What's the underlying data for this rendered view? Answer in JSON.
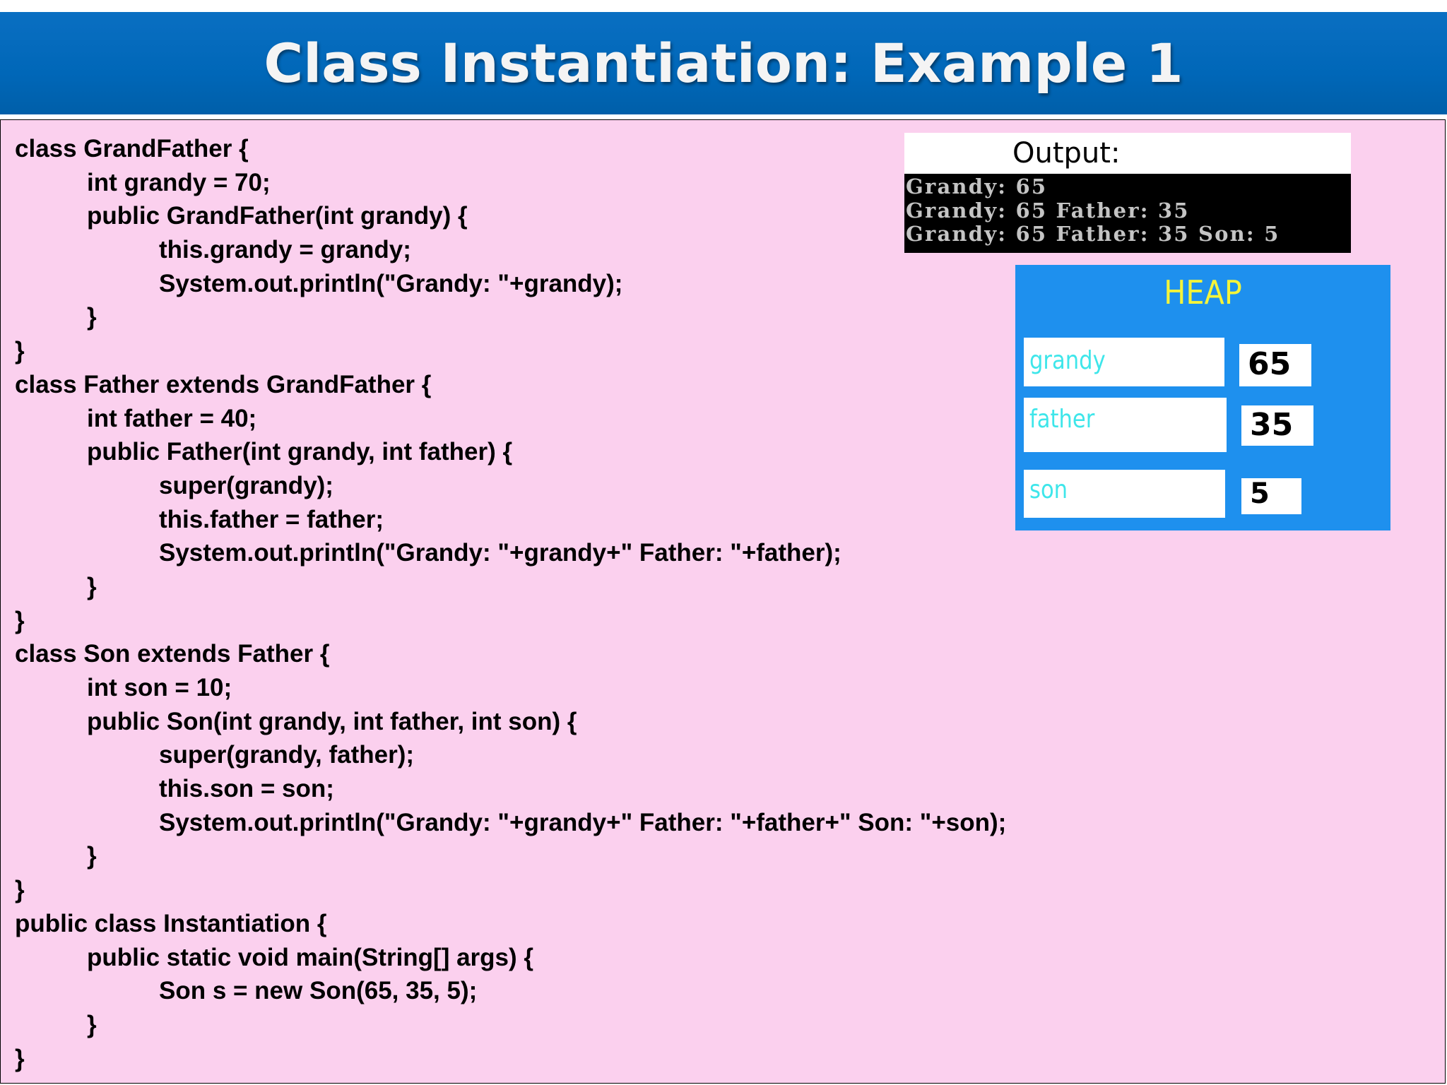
{
  "slide": {
    "title": "Class Instantiation: Example 1"
  },
  "code": {
    "lines": [
      "class GrandFather {",
      "\tint grandy = 70;",
      "\tpublic GrandFather(int grandy) {",
      "\t\tthis.grandy = grandy;",
      "\t\tSystem.out.println(\"Grandy: \"+grandy);",
      "\t}",
      "}",
      "class Father extends GrandFather {",
      "\tint father = 40;",
      "\tpublic Father(int grandy, int father) {",
      "\t\tsuper(grandy);",
      "\t\tthis.father = father;",
      "\t\tSystem.out.println(\"Grandy: \"+grandy+\" Father: \"+father);",
      "\t}",
      "}",
      "class Son extends Father {",
      "\tint son = 10;",
      "\tpublic Son(int grandy, int father, int son) {",
      "\t\tsuper(grandy, father);",
      "\t\tthis.son = son;",
      "\t\tSystem.out.println(\"Grandy: \"+grandy+\" Father: \"+father+\" Son: \"+son);",
      "\t}",
      "}",
      "public class Instantiation {",
      "\tpublic static void main(String[] args) {",
      "\t\tSon s = new Son(65, 35, 5);",
      "\t}",
      "}"
    ]
  },
  "output": {
    "title": "Output:",
    "lines": [
      "Grandy: 65",
      "Grandy: 65 Father: 35",
      "Grandy: 65 Father: 35 Son: 5"
    ]
  },
  "heap": {
    "title": "HEAP",
    "fields": [
      {
        "label": "grandy",
        "value": "65"
      },
      {
        "label": "father",
        "value": "35"
      },
      {
        "label": "son",
        "value": "5"
      }
    ]
  },
  "colors": {
    "title_bar": "#0067b8",
    "content_background": "#fbd0ee",
    "heap_background": "#1e90ee",
    "heap_title": "#f4f43a",
    "heap_label": "#3ee6ea",
    "console_background": "#000000",
    "console_text": "#c4c4c4"
  }
}
